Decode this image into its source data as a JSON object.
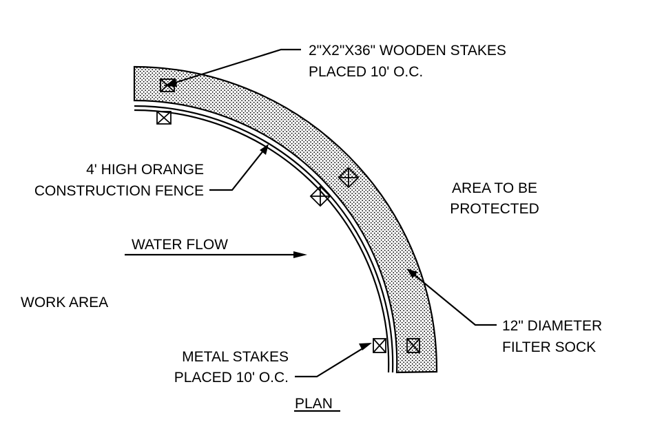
{
  "labels": {
    "wooden_stakes_line1": "2\"X2\"X36\" WOODEN STAKES",
    "wooden_stakes_line2": "PLACED 10' O.C.",
    "fence_line1": "4' HIGH ORANGE",
    "fence_line2": "CONSTRUCTION FENCE",
    "protected_line1": "AREA TO BE",
    "protected_line2": "PROTECTED",
    "water_flow": "WATER FLOW",
    "work_area": "WORK AREA",
    "sock_line1": "12\" DIAMETER",
    "sock_line2": "FILTER SOCK",
    "metal_stakes_line1": "METAL STAKES",
    "metal_stakes_line2": "PLACED 10' O.C.",
    "view_title": "PLAN"
  }
}
